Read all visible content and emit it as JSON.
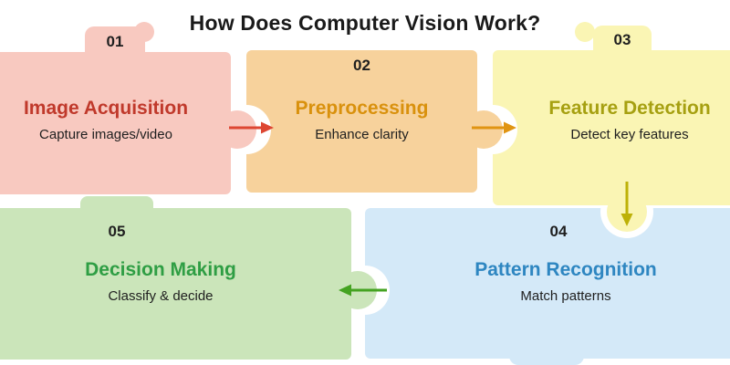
{
  "title": "How Does Computer Vision Work?",
  "colors": {
    "canvas_background": "#ffffff",
    "title_text": "#1a1a1a",
    "body_text": "#1f1f1f"
  },
  "steps": [
    {
      "number": "01",
      "label": "Image Acquisition",
      "description": "Capture images/video",
      "block_color": "#f8c9c0",
      "label_color": "#c0392b"
    },
    {
      "number": "02",
      "label": "Preprocessing",
      "description": "Enhance clarity",
      "block_color": "#f7d29c",
      "label_color": "#d9910d"
    },
    {
      "number": "03",
      "label": "Feature Detection",
      "description": "Detect key features",
      "block_color": "#faf5b4",
      "label_color": "#a6a011"
    },
    {
      "number": "04",
      "label": "Pattern Recognition",
      "description": "Match patterns",
      "block_color": "#d4e9f8",
      "label_color": "#2e86c1"
    },
    {
      "number": "05",
      "label": "Decision Making",
      "description": "Classify & decide",
      "block_color": "#cbe5ba",
      "label_color": "#2f9e44"
    }
  ],
  "arrows": [
    {
      "name": "step1-to-step2",
      "direction": "right",
      "color": "#dd4632"
    },
    {
      "name": "step2-to-step3",
      "direction": "right",
      "color": "#e09412"
    },
    {
      "name": "step3-to-step4",
      "direction": "down",
      "color": "#bdb108"
    },
    {
      "name": "step4-to-step5",
      "direction": "left",
      "color": "#44a321"
    }
  ]
}
